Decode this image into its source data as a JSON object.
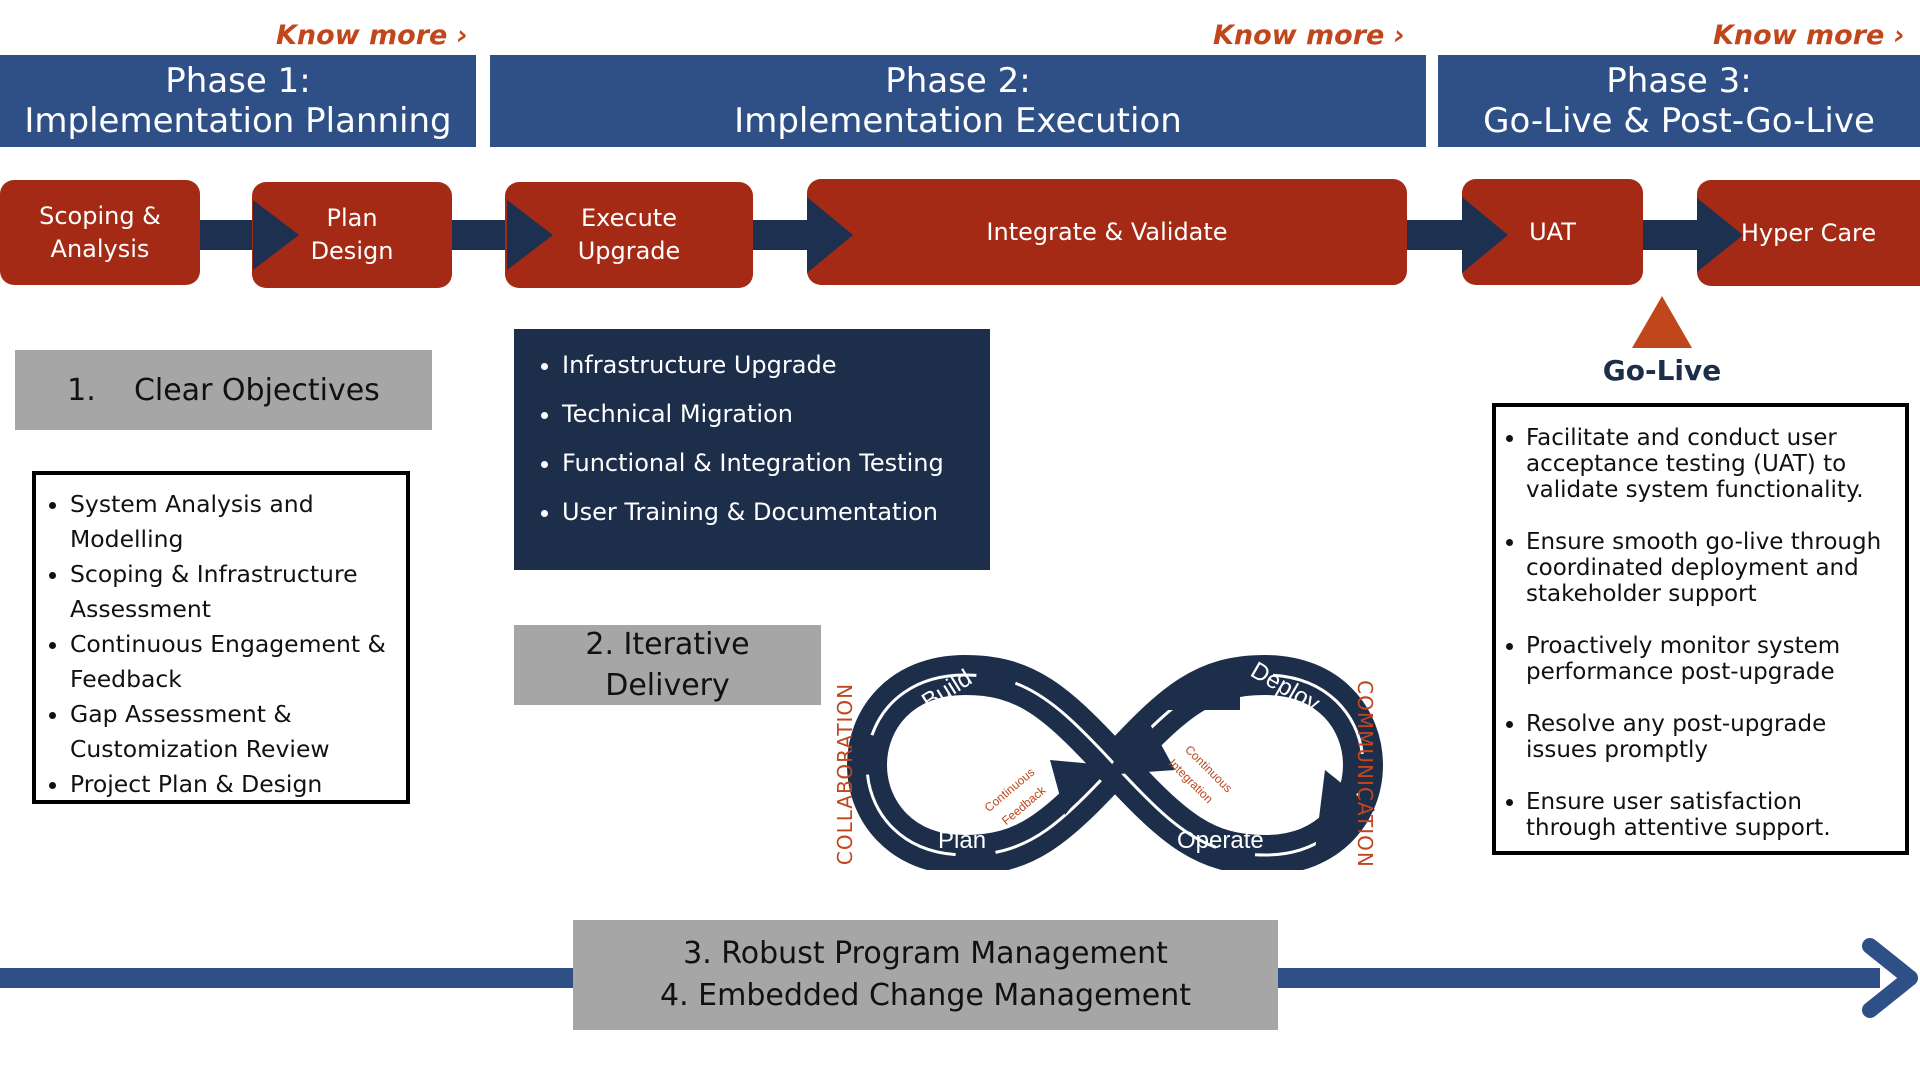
{
  "know_more": "Know more ›",
  "phases": [
    {
      "line1": "Phase 1:",
      "line2": "Implementation Planning"
    },
    {
      "line1": "Phase 2:",
      "line2": "Implementation Execution"
    },
    {
      "line1": "Phase 3:",
      "line2": "Go-Live & Post-Go-Live"
    }
  ],
  "steps": [
    {
      "line1": "Scoping &",
      "line2": "Analysis"
    },
    {
      "line1": "Plan",
      "line2": "Design"
    },
    {
      "line1": "Execute",
      "line2": "Upgrade"
    },
    {
      "line1": "Integrate & Validate",
      "line2": ""
    },
    {
      "line1": "UAT",
      "line2": ""
    },
    {
      "line1": "Hyper Care",
      "line2": ""
    }
  ],
  "go_live": "Go-Live",
  "clear_objectives": "1.    Clear Objectives",
  "objectives_list": [
    "System Analysis and Modelling",
    "Scoping & Infrastructure Assessment",
    "Continuous Engagement & Feedback",
    "Gap Assessment & Customization Review",
    "Project Plan & Design"
  ],
  "execution_list": [
    "Infrastructure Upgrade",
    "Technical Migration",
    "Functional & Integration Testing",
    "User Training & Documentation"
  ],
  "iterative": {
    "line1": "2. Iterative",
    "line2": "Delivery"
  },
  "golive_list": [
    "Facilitate and conduct user acceptance testing (UAT) to validate system functionality.",
    "Ensure smooth go-live through coordinated deployment and stakeholder support",
    "Proactively monitor system performance post-upgrade",
    "Resolve any post-upgrade issues promptly",
    "Ensure user satisfaction through attentive support."
  ],
  "infinity": {
    "build": "Build",
    "deploy": "Deploy",
    "plan": "Plan",
    "operate": "Operate",
    "feedback1": "Continuous",
    "feedback2": "Feedback",
    "integration1": "Continuous",
    "integration2": "Integration",
    "collaboration": "COLLABORATION",
    "communication": "COMMUNICATION"
  },
  "management": {
    "line1": "3. Robust Program Management",
    "line2": "4. Embedded Change Management"
  },
  "colors": {
    "phase": "#2e5086",
    "step": "#a52a15",
    "navy": "#1d2e4b",
    "accent": "#c0461b",
    "gray": "#a6a6a6"
  }
}
